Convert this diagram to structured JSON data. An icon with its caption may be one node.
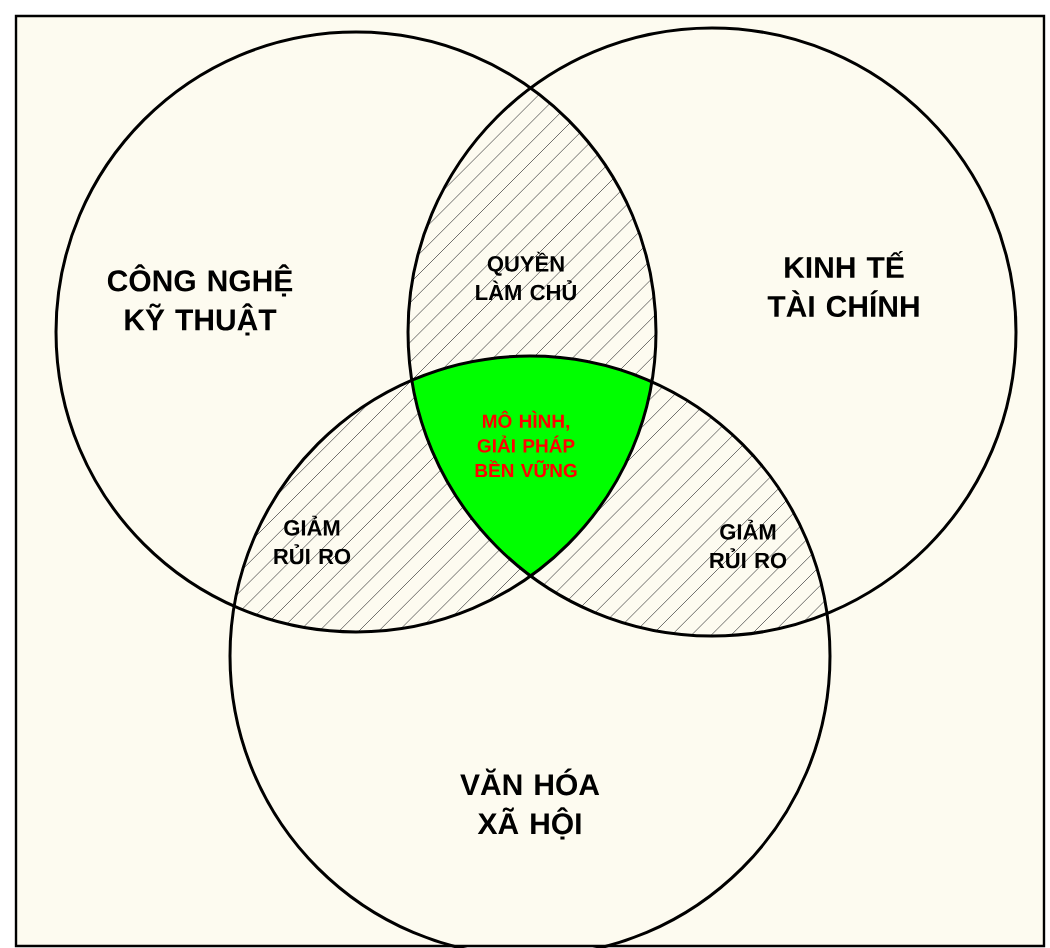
{
  "diagram": {
    "nodes": [
      {
        "text": [
          "CÔNG NGHỆ KỸ THUẬT"
        ]
      },
      {
        "text": [
          "KINH TẾ TÀI CHÍNH"
        ]
      },
      {
        "text": [
          "VĂN HÓA XÃ HỘI"
        ]
      },
      {
        "text": [
          "QUYỀN LÀM CHỦ"
        ]
      },
      {
        "text": [
          "MÔ HÌNH, GIẢI PHÁP BỀN VỮNG"
        ]
      },
      {
        "text": [
          "GIẢM RỦI RO"
        ]
      },
      {
        "text": [
          "GIẢM RỦI RO"
        ]
      }
    ]
  }
}
